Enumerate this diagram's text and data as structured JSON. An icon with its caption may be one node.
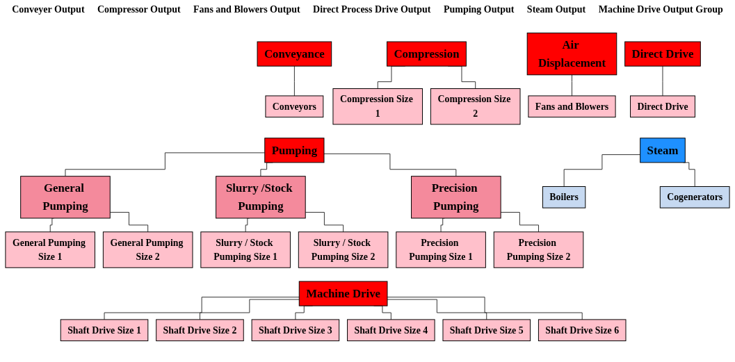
{
  "diagram": {
    "nodes": [
      {
        "text": [
          "Conveyance"
        ]
      },
      {
        "text": [
          "Conveyors"
        ]
      },
      {
        "text": [
          "Compression"
        ]
      },
      {
        "text": [
          "Compression Size 1"
        ]
      },
      {
        "text": [
          "Compression Size 2"
        ]
      },
      {
        "text": [
          "Air Displacement"
        ]
      },
      {
        "text": [
          "Fans and Blowers"
        ]
      },
      {
        "text": [
          "Direct Drive"
        ]
      },
      {
        "text": [
          "Direct Drive"
        ]
      },
      {
        "text": [
          "Pumping"
        ]
      },
      {
        "text": [
          "General Pumping"
        ]
      },
      {
        "text": [
          "General Pumping Size 1"
        ]
      },
      {
        "text": [
          "General Pumping Size 2"
        ]
      },
      {
        "text": [
          "Slurry /Stock Pumping"
        ]
      },
      {
        "text": [
          "Slurry / Stock Pumping Size 1"
        ]
      },
      {
        "text": [
          "Slurry / Stock Pumping Size 2"
        ]
      },
      {
        "text": [
          "Precision Pumping"
        ]
      },
      {
        "text": [
          "Precision Pumping Size 1"
        ]
      },
      {
        "text": [
          "Precision Pumping Size 2"
        ]
      },
      {
        "text": [
          "Steam"
        ]
      },
      {
        "text": [
          "Boilers"
        ]
      },
      {
        "text": [
          "Cogenerators"
        ]
      },
      {
        "text": [
          "Machine Drive"
        ]
      },
      {
        "text": [
          "Shaft Drive Size 1"
        ]
      },
      {
        "text": [
          "Shaft Drive Size 2"
        ]
      },
      {
        "text": [
          "Shaft Drive Size 3"
        ]
      },
      {
        "text": [
          "Shaft Drive Size 4"
        ]
      },
      {
        "text": [
          "Shaft Drive Size 5"
        ]
      },
      {
        "text": [
          "Shaft Drive Size 6"
        ]
      }
    ],
    "edges": [
      {
        "from": 0,
        "to": 1,
        "arrow": "none"
      },
      {
        "from": 2,
        "to": 3,
        "arrow": "none"
      },
      {
        "from": 2,
        "to": 4,
        "arrow": "none"
      },
      {
        "from": 5,
        "to": 6,
        "arrow": "none"
      },
      {
        "from": 7,
        "to": 8,
        "arrow": "none"
      },
      {
        "from": 9,
        "to": 10,
        "arrow": "none"
      },
      {
        "from": 9,
        "to": 13,
        "arrow": "none"
      },
      {
        "from": 9,
        "to": 16,
        "arrow": "none"
      },
      {
        "from": 10,
        "to": 11,
        "arrow": "none"
      },
      {
        "from": 10,
        "to": 12,
        "arrow": "none"
      },
      {
        "from": 13,
        "to": 14,
        "arrow": "none"
      },
      {
        "from": 13,
        "to": 15,
        "arrow": "none"
      },
      {
        "from": 16,
        "to": 17,
        "arrow": "none"
      },
      {
        "from": 16,
        "to": 18,
        "arrow": "none"
      },
      {
        "from": 19,
        "to": 20,
        "arrow": "none"
      },
      {
        "from": 19,
        "to": 21,
        "arrow": "none"
      },
      {
        "from": 22,
        "to": 23,
        "arrow": "none"
      },
      {
        "from": 22,
        "to": 24,
        "arrow": "none"
      },
      {
        "from": 22,
        "to": 25,
        "arrow": "none"
      },
      {
        "from": 22,
        "to": 26,
        "arrow": "none"
      },
      {
        "from": 22,
        "to": 27,
        "arrow": "none"
      },
      {
        "from": 22,
        "to": 28,
        "arrow": "none"
      }
    ],
    "labels": [
      "Conveyer Output",
      "Compressor Output",
      "Fans and Blowers Output",
      "Direct Process Drive Output",
      "Pumping Output",
      "Steam Output",
      "Machine Drive Output Group"
    ]
  }
}
